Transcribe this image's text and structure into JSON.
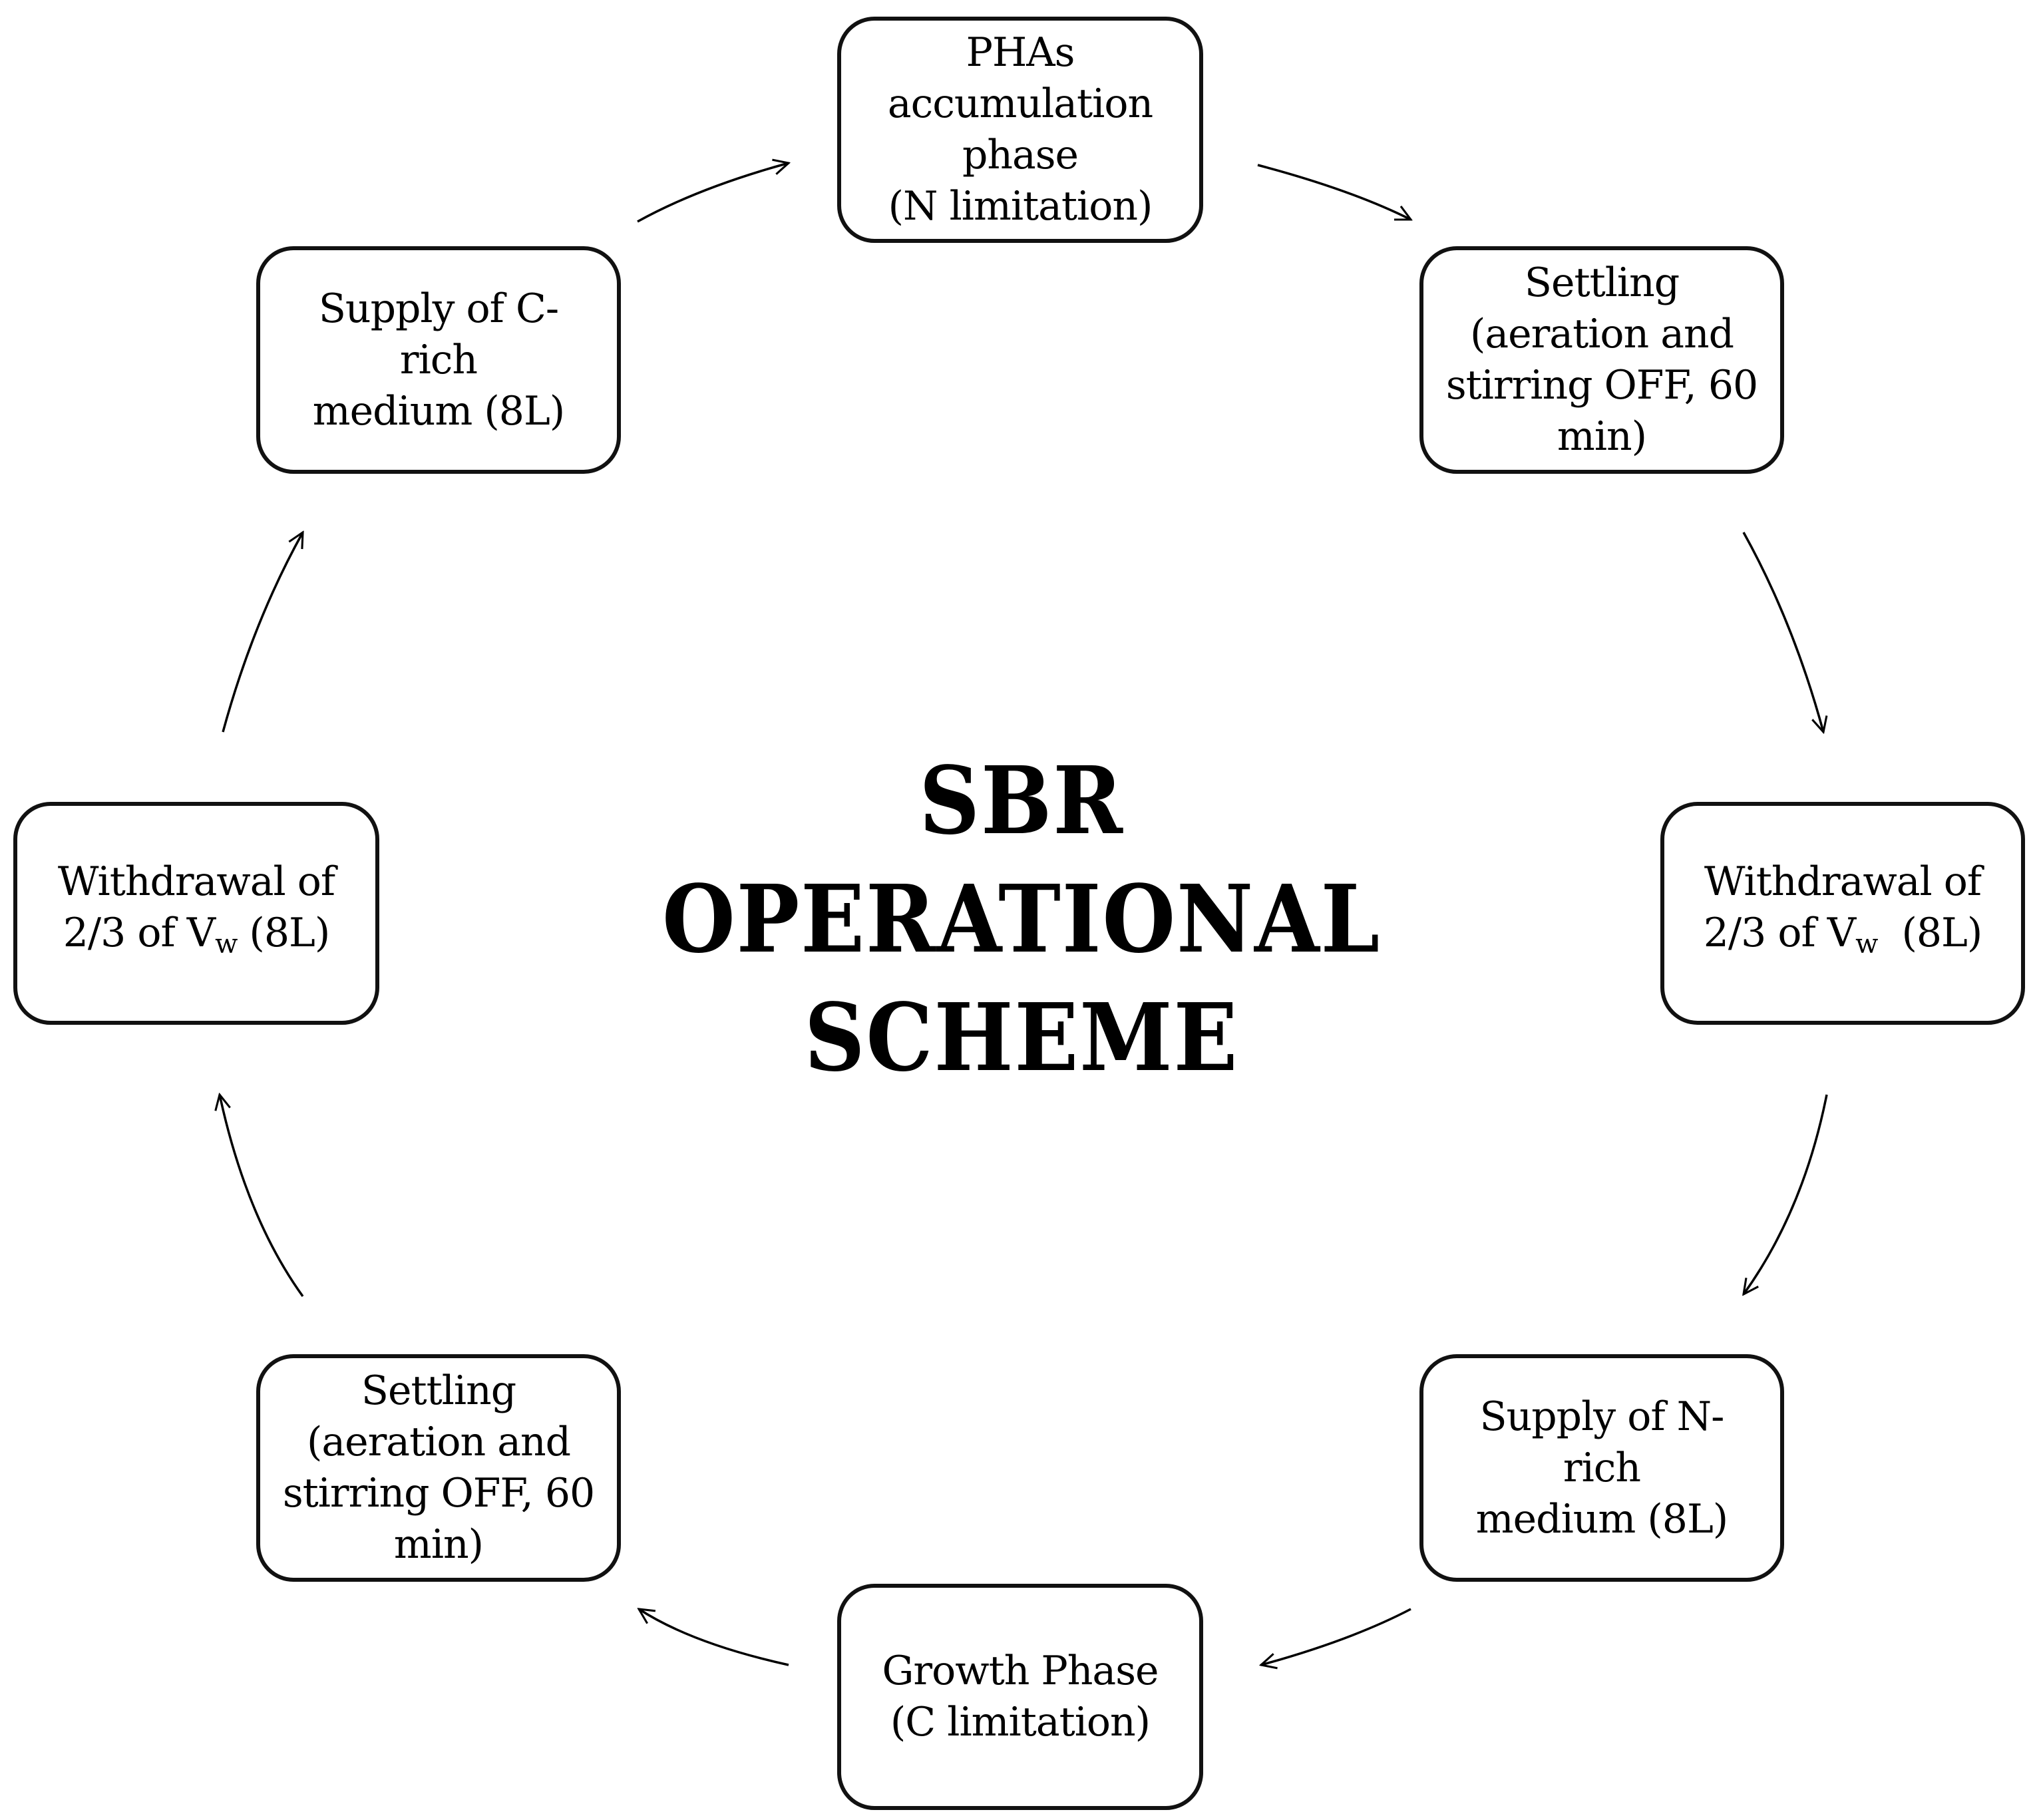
{
  "diagram": {
    "title": {
      "line1": "SBR",
      "line2": "OPERATIONAL",
      "line3": "SCHEME"
    },
    "steps": {
      "pha_accumulation": "PHAs\naccumulation\nphase\n(N limitation)",
      "settling_top": "Settling\n(aeration and\nstirring OFF, 60\nmin)",
      "withdrawal_right": {
        "prefix": "Withdrawal of\n2/3 of V",
        "subscript": "w",
        "suffix": "  (8L)"
      },
      "supply_n_rich": "Supply of N-\nrich\nmedium (8L)",
      "growth_phase": "Growth Phase\n(C limitation)",
      "settling_bottom": "Settling\n(aeration and\nstirring OFF, 60\nmin)",
      "withdrawal_left": {
        "prefix": "Withdrawal of\n2/3 of V",
        "subscript": "w",
        "suffix": " (8L)"
      },
      "supply_c_rich": "Supply of C-\nrich\nmedium (8L)"
    },
    "colors": {
      "stroke": "#111111",
      "background": "#ffffff",
      "text": "#000000"
    }
  }
}
